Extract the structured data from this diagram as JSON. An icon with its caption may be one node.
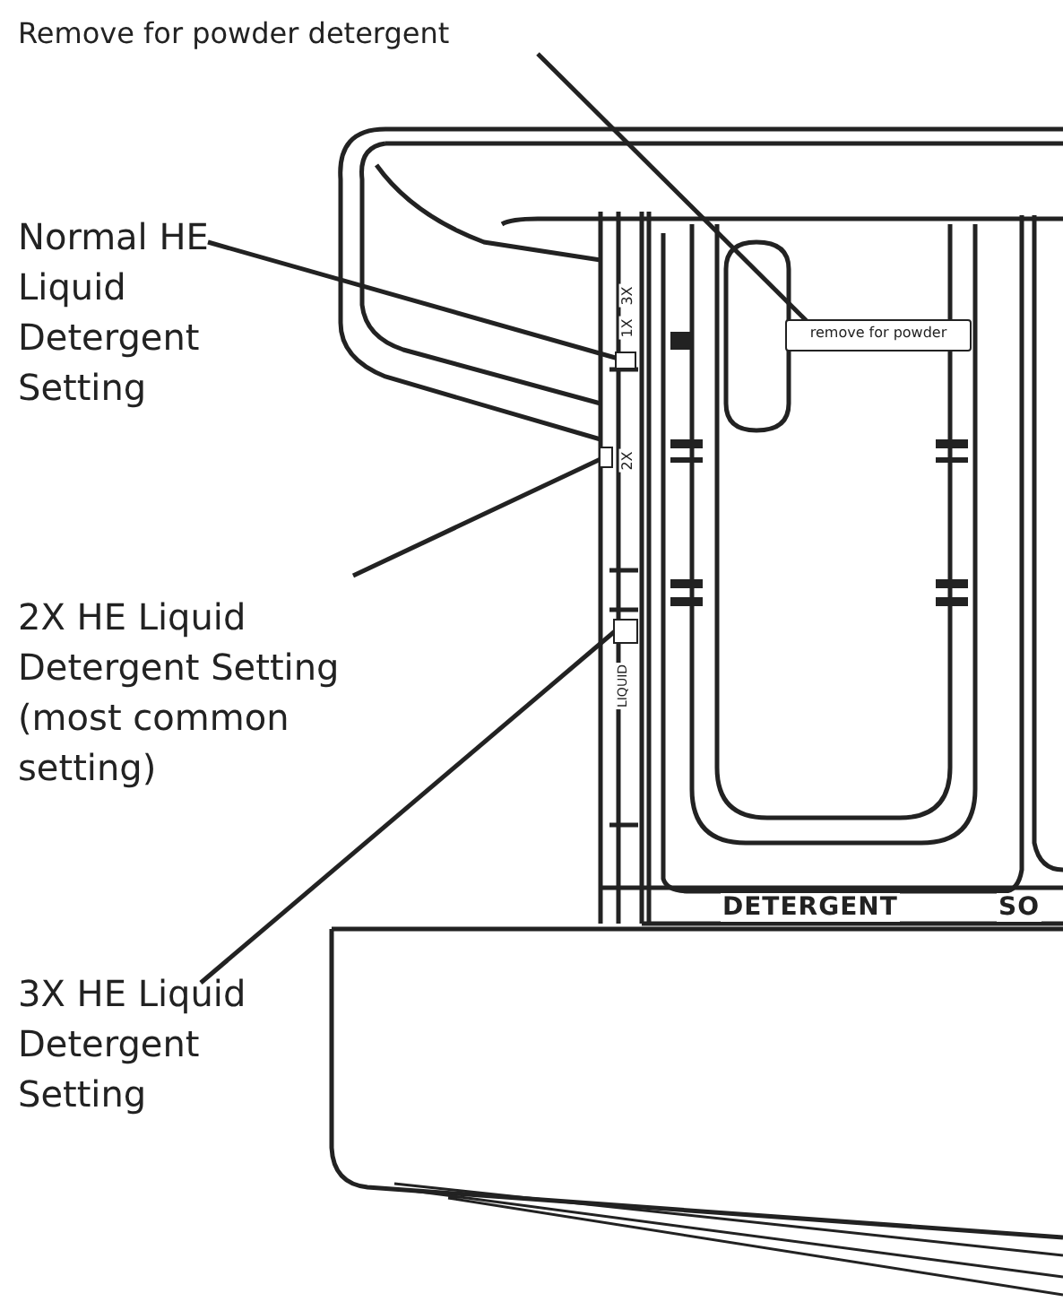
{
  "diagram": {
    "nodes": [
      {
        "text": [
          "Remove for powder detergent"
        ]
      },
      {
        "text": [
          "remove for powder"
        ]
      },
      {
        "text": [
          "Normal HE Liquid Detergent Setting"
        ]
      },
      {
        "text": [],
        "shape": "box"
      },
      {
        "text": [
          "2X HE Liquid Detergent Setting (most common setting)"
        ]
      },
      {
        "text": [],
        "shape": "box"
      },
      {
        "text": [
          "3X HE Liquid Detergent Setting"
        ]
      },
      {
        "text": [],
        "shape": "box"
      }
    ],
    "edges": [
      {
        "from": 0,
        "to": 1,
        "arrow": "none"
      },
      {
        "from": 2,
        "to": 3,
        "arrow": "none"
      },
      {
        "from": 4,
        "to": 5,
        "arrow": "none"
      },
      {
        "from": 6,
        "to": 7,
        "arrow": "none"
      }
    ],
    "labels": [
      "1X",
      "3X",
      "2X",
      "LIQUID",
      "DETERGENT",
      "SO"
    ]
  }
}
